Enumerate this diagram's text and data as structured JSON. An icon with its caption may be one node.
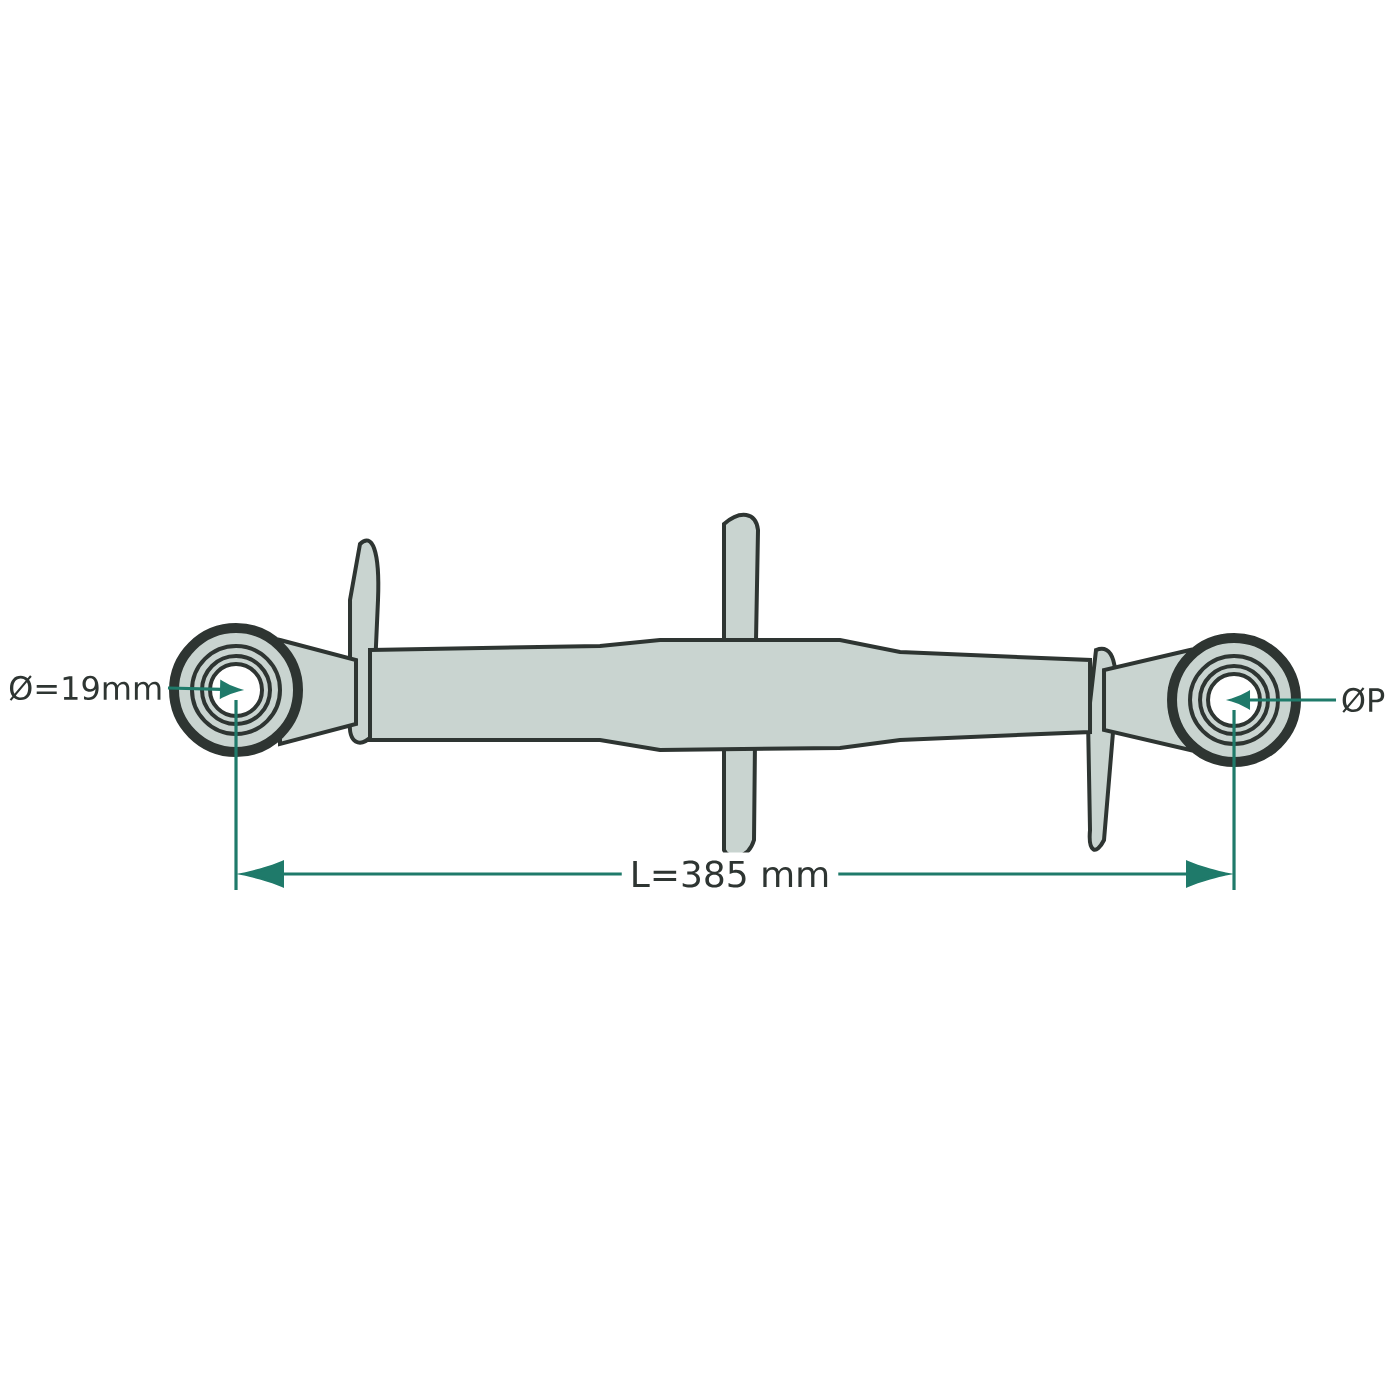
{
  "diagram": {
    "nodes": [
      {
        "text": [
          "Ø=19mm"
        ]
      },
      {
        "text": [
          "ØP"
        ]
      }
    ],
    "edges": [
      {
        "from": 0,
        "to": null,
        "arrow": "to"
      },
      {
        "from": 1,
        "to": null,
        "arrow": "to"
      }
    ],
    "labels": [
      "L=385 mm"
    ]
  }
}
